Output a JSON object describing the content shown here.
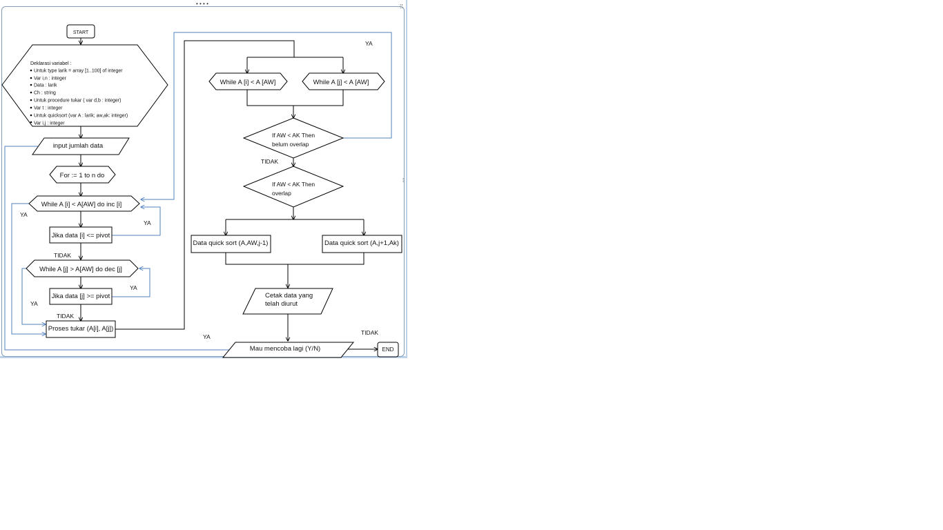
{
  "flowchart": {
    "start": "START",
    "end": "END",
    "declaration": {
      "title": "Deklarasi variabel :",
      "items": [
        "Untuk type larik = array [1..100] of integer",
        "Var i,n : integer",
        "Data : larik",
        "Ch   : string",
        "Untuk procedure tukar ( var d,b : integer)",
        "Var  t : integer",
        "Untuk quicksort (var  A : larik; aw,ak: integer)",
        "Var  i,j : integer"
      ]
    },
    "input_jumlah": "input jumlah data",
    "for_loop": "For := 1 to n do",
    "while_i": "While A [i] < A[AW] do inc [i]",
    "jika_i": "Jika data [i] <= pivot",
    "while_j": "While A [j] > A[AW] do dec [j]",
    "jika_j": "Jika data [j] >= pivot",
    "proses_tukar": "Proses tukar (A[i], A[j])",
    "while_ai": "While A [i] < A [AW]",
    "while_aj": "While A [j] < A [AW]",
    "if1_line1": "If AW < AK Then",
    "if1_line2": "belum overlap",
    "if2_line1": "If AW < AK Then",
    "if2_line2": "overlap",
    "quick_left": "Data quick sort (A,AW,j-1)",
    "quick_right": "Data quick sort (A,j+1,Ak)",
    "cetak_line1": "Cetak data yang",
    "cetak_line2": "telah diurut",
    "mau_mencoba": "Mau mencoba lagi (Y/N)",
    "labels": {
      "ya": "YA",
      "tidak": "TIDAK"
    }
  },
  "colors": {
    "line": "#000000",
    "loop_line": "#4f81bd",
    "frame_border": "#7f9db9"
  }
}
